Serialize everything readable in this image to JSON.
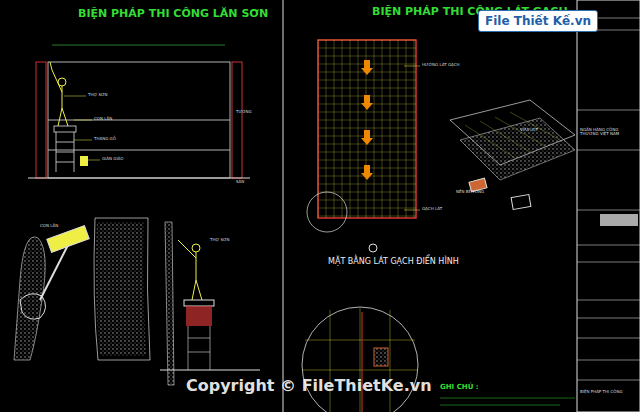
{
  "diagram": {
    "nodes": [
      {
        "text": [
          "File Thiết Kế.vn"
        ]
      }
    ],
    "labels": [
      "BIỆN PHÁP THI CÔNG LĂN SƠN",
      "BIỆN PHÁP THI CÔNG LÁT GẠCH",
      "MẶT BẰNG LÁT GẠCH ĐIỂN HÌNH",
      "GHI CHÚ :",
      "Copyright © FileThietKe.vn",
      "THỢ SƠN",
      "CON LĂN",
      "THANG GỖ",
      "GIÀN GIÁO",
      "SÀN",
      "TƯỜNG",
      "CON LĂN",
      "THỢ SƠN",
      "HƯỚNG LÁT GẠCH",
      "GẠCH LÁT",
      "VỮA LÓT",
      "NỀN BÊ TÔNG",
      "NGÂN HÀNG CÔNG THƯƠNG VIỆT NAM",
      "BIỆN PHÁP THI CÔNG"
    ]
  }
}
